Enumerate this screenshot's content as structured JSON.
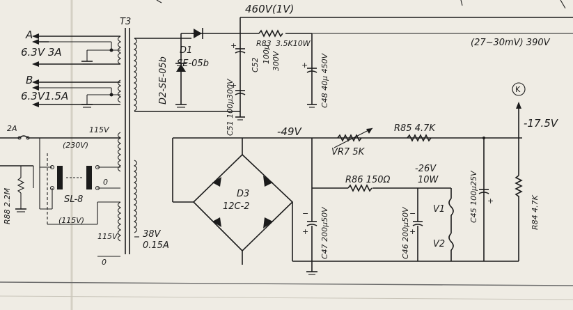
{
  "labels": {
    "v460": "460V(1V)",
    "t3": "T3",
    "a": "A",
    "a_rating": "6.3V 3A",
    "b": "B",
    "b_rating": "6.3V1.5A",
    "d1": "D1",
    "d1_type": "SE-05b",
    "d2": "D2-SE-05b",
    "r83": "R83",
    "r83_val": "3.5K10W",
    "c52": "C52",
    "c52_cap": "100μ",
    "c52_volt": "300V",
    "c48": "C48 40μ 450V",
    "c51": "C51 100μ300V",
    "v390": "(27~30mV) 390V",
    "k_node": "K",
    "v17_5": "-17.5V",
    "fuse": "2A",
    "v115_top": "115V",
    "v230": "(230V)",
    "zero_a": "0",
    "sl8": "SL-8",
    "v115_paren": "(115V)",
    "v115_bot": "115V",
    "zero_b": "0",
    "r88": "R88 2.2M",
    "v38": "38V",
    "a015": "0.15A",
    "d3": "D3",
    "d3_type": "12C-2",
    "vm49": "-49V",
    "vr7": "VR7 5K",
    "r85": "R85 4.7K",
    "r86": "R86 150Ω",
    "vm26": "-26V",
    "w10": "10W",
    "c47": "C47 200μ50V",
    "c46": "C46 200μ50V",
    "v1": "V1",
    "v2": "V2",
    "c45": "C45 100μ25V",
    "r84": "R84 4.7K"
  }
}
